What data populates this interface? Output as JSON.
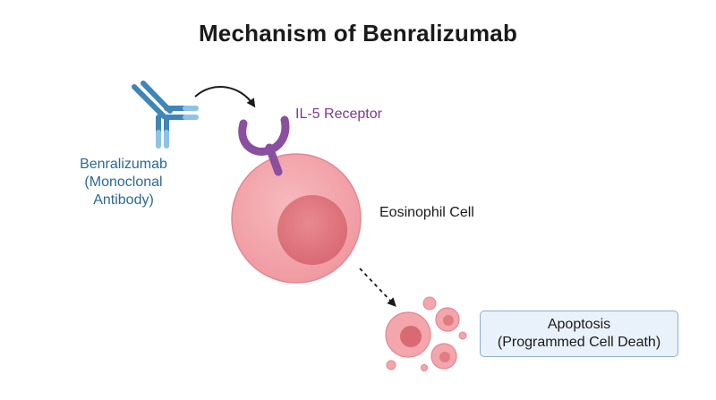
{
  "title": "Mechanism of Benralizumab",
  "antibody": {
    "name": "Benralizumab",
    "subtitle_line1": "(Monoclonal",
    "subtitle_line2": "Antibody)",
    "icon": "antibody-icon"
  },
  "receptor": {
    "label": "IL-5 Receptor",
    "icon": "receptor-icon"
  },
  "cell": {
    "label": "Eosinophil Cell",
    "icon": "eosinophil-cell-icon"
  },
  "apoptosis": {
    "line1": "Apoptosis",
    "line2": "(Programmed Cell Death)",
    "icon": "apoptotic-bodies-icon"
  },
  "colors": {
    "antibody": "#3f86b8",
    "antibody_light": "#8fc3e6",
    "antibody_text": "#2b6a92",
    "receptor": "#8a4f9e",
    "receptor_text": "#7a3b8f",
    "cell_fill": "#f3a6ab",
    "cell_nucleus": "#e27b83",
    "apoptosis_box_fill": "#e9f1fa",
    "apoptosis_box_border": "#8fb0cf",
    "arrow": "#1a1a1a"
  }
}
